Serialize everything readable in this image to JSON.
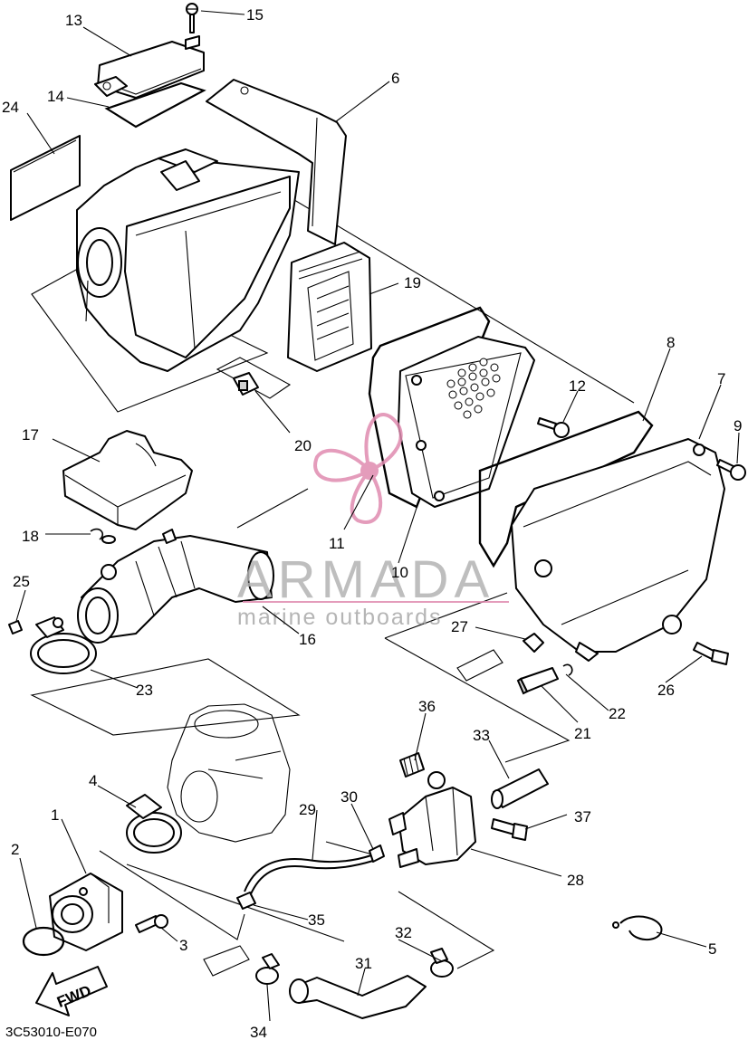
{
  "diagram_code": "3C53010-E070",
  "watermark": {
    "brand": "ARMADA",
    "tagline": "marine outboards",
    "logo_color": "#e08bb0"
  },
  "fwd_label": "FWD",
  "callouts": [
    "1",
    "2",
    "3",
    "4",
    "5",
    "6",
    "7",
    "8",
    "9",
    "10",
    "11",
    "12",
    "13",
    "14",
    "15",
    "16",
    "17",
    "18",
    "19",
    "20",
    "21",
    "22",
    "23",
    "24",
    "25",
    "26",
    "27",
    "28",
    "29",
    "30",
    "31",
    "32",
    "33",
    "34",
    "35",
    "36",
    "37"
  ]
}
